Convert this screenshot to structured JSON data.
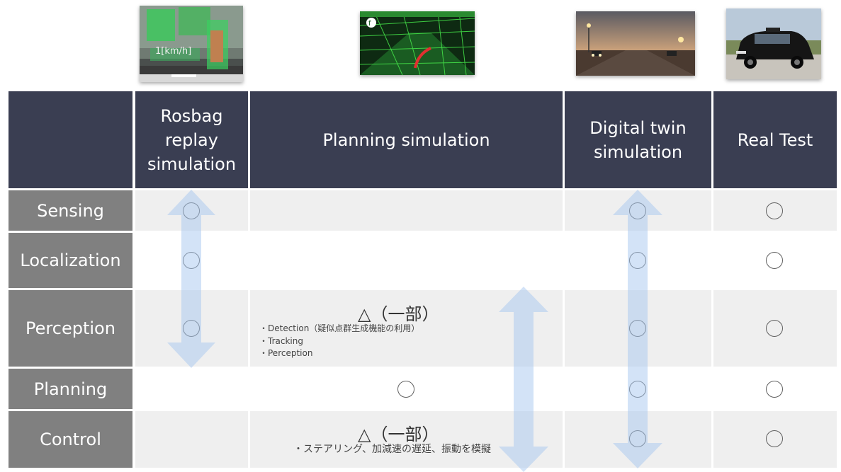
{
  "columns": [
    {
      "label": "Rosbag\nreplay\nsimulation"
    },
    {
      "label": "Planning simulation"
    },
    {
      "label": "Digital twin\nsimulation"
    },
    {
      "label": "Real Test"
    }
  ],
  "rows": [
    {
      "label": "Sensing"
    },
    {
      "label": "Localization"
    },
    {
      "label": "Perception"
    },
    {
      "label": "Planning"
    },
    {
      "label": "Control"
    }
  ],
  "planning_perception": {
    "title": "△（一部）",
    "notes": [
      "・Detection（疑似点群生成機能の利用）",
      "・Tracking",
      "・Perception"
    ]
  },
  "planning_control": {
    "title": "△（一部）",
    "note": "・ステアリング、加減速の遅延、振動を模擬"
  },
  "thumbnails": {
    "rosbag_overlay": "1[km/h]"
  },
  "colors": {
    "header_bg": "#3a3e52",
    "row_label_bg": "#808080",
    "arrow": "#a8c8f0"
  }
}
